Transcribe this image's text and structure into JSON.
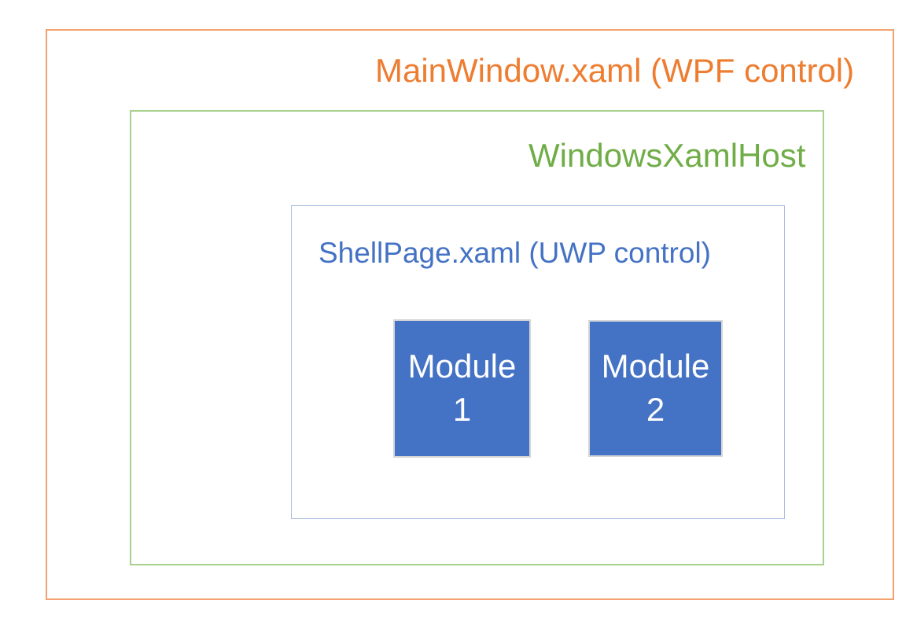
{
  "colors": {
    "background": "#FFFFFF",
    "orange_text": "#ED7D31",
    "orange_border": "#F2A16F",
    "green_text": "#70AD47",
    "green_border": "#A9D18E",
    "blue_text": "#4472C4",
    "blue_border": "#A8BEE0",
    "module_fill": "#4472C4",
    "module_border": "#D6D6D6",
    "module_text": "#FFFFFF"
  },
  "diagram": {
    "mainwindow": {
      "label": "MainWindow.xaml (WPF control)"
    },
    "host": {
      "label": "WindowsXamlHost"
    },
    "shellpage": {
      "label": "ShellPage.xaml (UWP control)"
    },
    "modules": [
      {
        "lines": [
          "Module",
          "1"
        ]
      },
      {
        "lines": [
          "Module",
          "2"
        ]
      }
    ]
  }
}
